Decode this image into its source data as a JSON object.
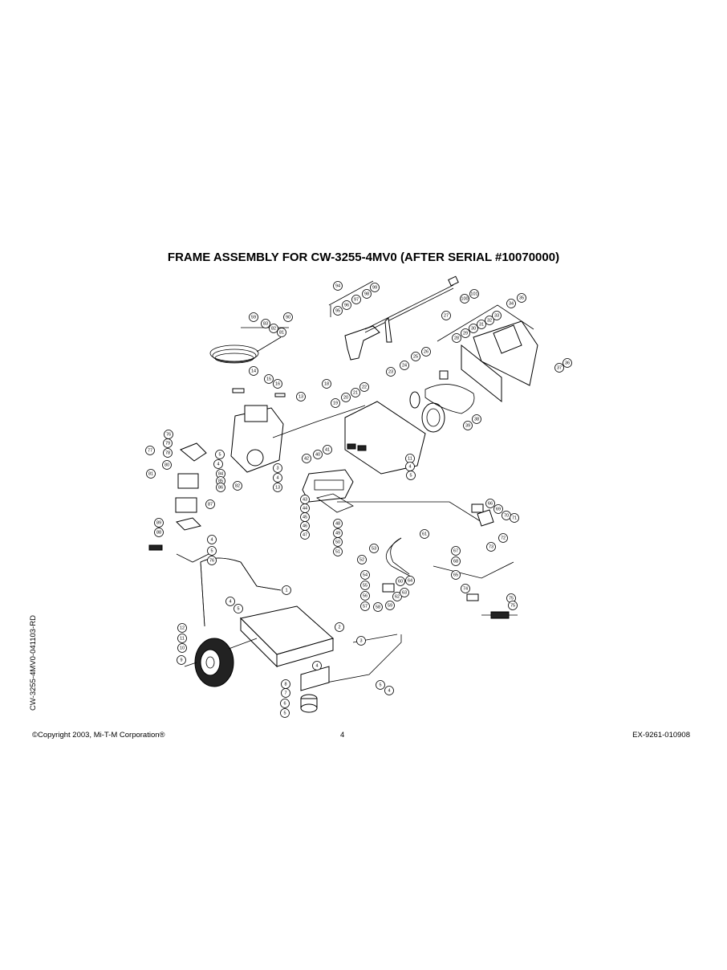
{
  "title": "FRAME ASSEMBLY FOR CW-3255-4MV0 (AFTER SERIAL #10070000)",
  "side_label": "CW-3255-4MV0-041103-RD",
  "footer": {
    "copyright": "©Copyright  2003, Mi-T-M Corporation®",
    "page": "4",
    "doc_number": "EX-9261-010908"
  },
  "callouts": [
    "94",
    "99",
    "101",
    "100",
    "98",
    "97",
    "96",
    "95",
    "27",
    "33",
    "34",
    "35",
    "32",
    "31",
    "30",
    "29",
    "28",
    "37",
    "36",
    "59",
    "83",
    "82",
    "81",
    "90",
    "14",
    "15",
    "16",
    "13",
    "18",
    "23",
    "24",
    "25",
    "26",
    "38",
    "39",
    "19",
    "20",
    "21",
    "22",
    "76",
    "79",
    "78",
    "77",
    "80",
    "81",
    "84",
    "85",
    "86",
    "82",
    "5",
    "4",
    "3",
    "4",
    "13",
    "41",
    "40",
    "42",
    "11",
    "4",
    "5",
    "43",
    "44",
    "45",
    "46",
    "47",
    "48",
    "49",
    "50",
    "51",
    "52",
    "53",
    "75",
    "87",
    "89",
    "88",
    "4",
    "5",
    "76",
    "66",
    "69",
    "70",
    "71",
    "72",
    "73",
    "67",
    "68",
    "65",
    "61",
    "60",
    "54",
    "55",
    "56",
    "57",
    "58",
    "59",
    "62",
    "63",
    "64",
    "74",
    "75",
    "1",
    "2",
    "3",
    "4",
    "5",
    "12",
    "11",
    "10",
    "9",
    "8",
    "7",
    "6",
    "5",
    "4",
    "5",
    "4",
    "5"
  ]
}
